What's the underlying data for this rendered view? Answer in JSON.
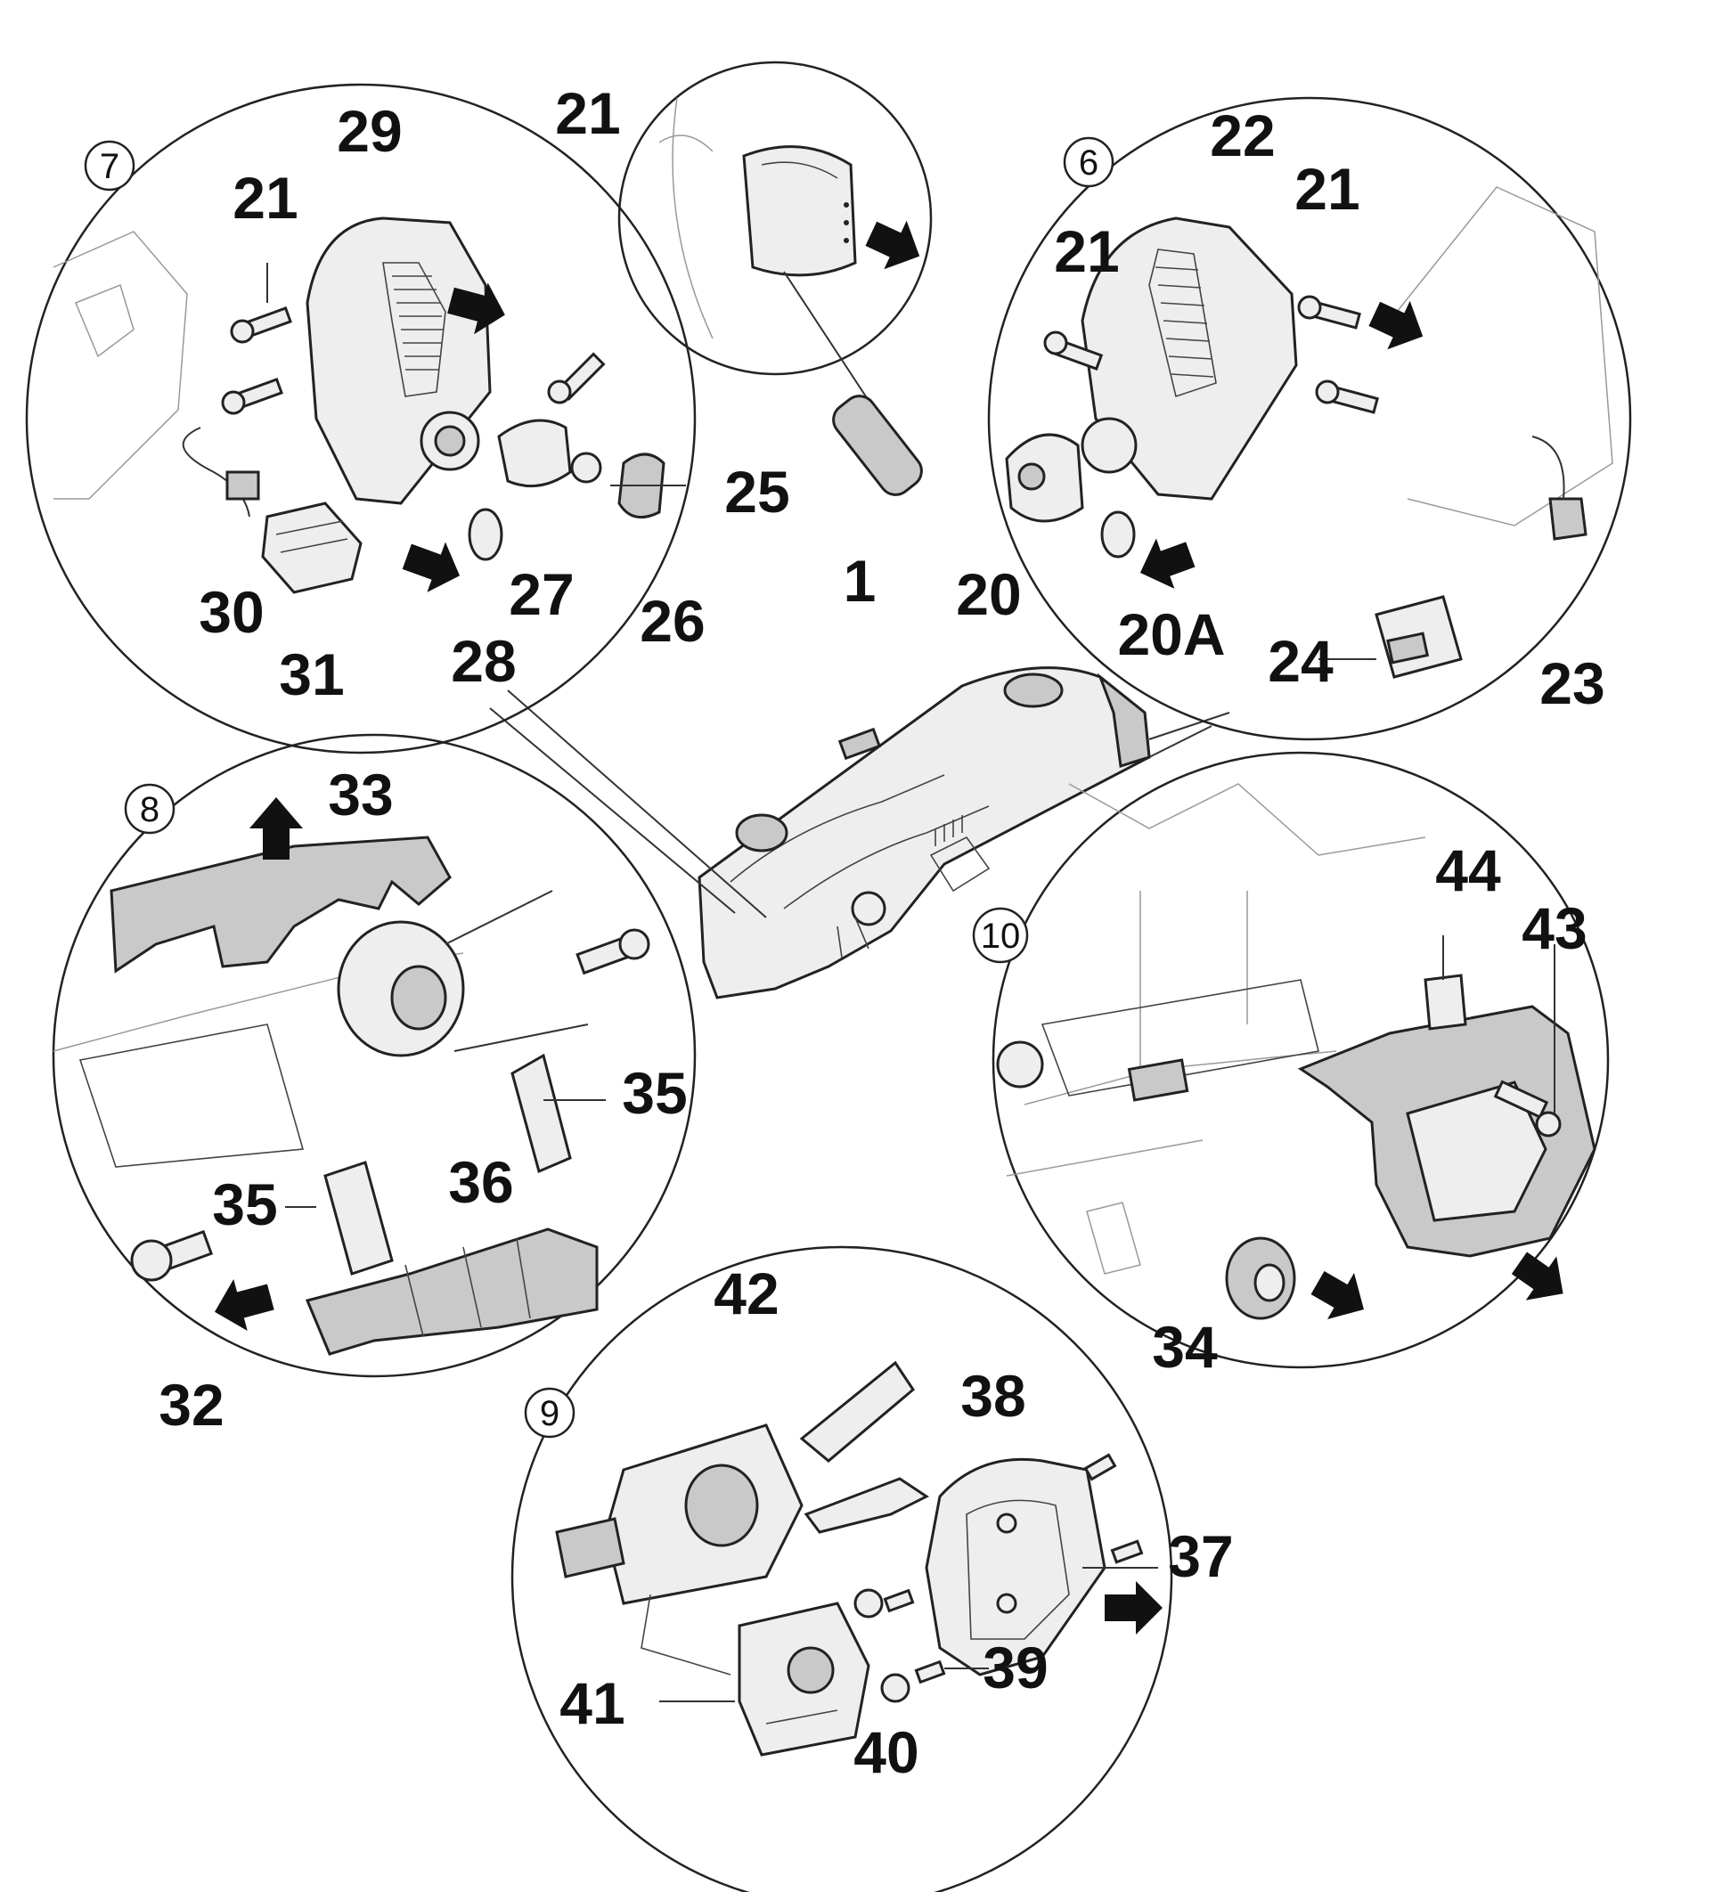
{
  "views": [
    {
      "id": "view-7",
      "number": "7"
    },
    {
      "id": "view-6",
      "number": "6"
    },
    {
      "id": "view-8",
      "number": "8"
    },
    {
      "id": "view-9",
      "number": "9"
    },
    {
      "id": "view-10",
      "number": "10"
    }
  ],
  "labels": {
    "l1": "1",
    "l20": "20",
    "l20a": "20A",
    "l21a": "21",
    "l21b": "21",
    "l21c": "21",
    "l21d": "21",
    "l22": "22",
    "l23": "23",
    "l24": "24",
    "l25": "25",
    "l26": "26",
    "l27": "27",
    "l28": "28",
    "l29": "29",
    "l30": "30",
    "l31": "31",
    "l32": "32",
    "l33": "33",
    "l34": "34",
    "l35a": "35",
    "l35b": "35",
    "l36": "36",
    "l37": "37",
    "l38": "38",
    "l39": "39",
    "l40": "40",
    "l41": "41",
    "l42": "42",
    "l43": "43",
    "l44": "44"
  }
}
